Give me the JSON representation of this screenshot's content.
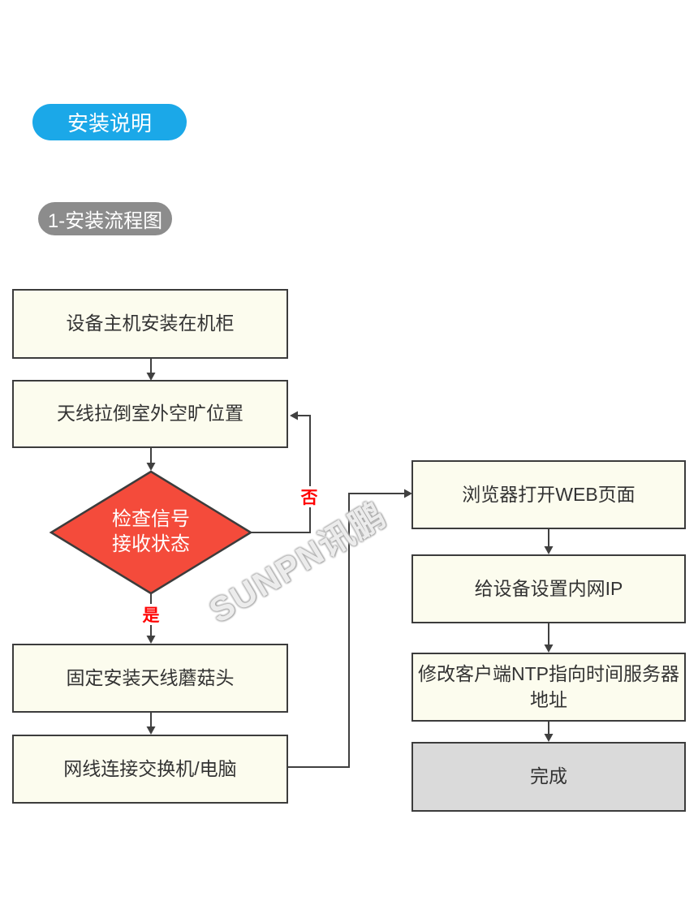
{
  "badges": {
    "title": "安装说明",
    "section": "1-安装流程图"
  },
  "watermark": "SUNPN讯鹏",
  "flowchart": {
    "nodes": {
      "install_host": "设备主机安装在机柜",
      "antenna_outdoor": "天线拉倒室外空旷位置",
      "fix_antenna": "固定安装天线蘑菇头",
      "connect_network": "网线连接交换机/电脑",
      "open_web": "浏览器打开WEB页面",
      "set_ip": "给设备设置内网IP",
      "done": "完成"
    },
    "decision": {
      "line1": "检查信号",
      "line2": "接收状态"
    },
    "modify_ntp": {
      "line1": "修改客户端NTP指向时间服务器",
      "line2": "地址"
    },
    "branch_labels": {
      "yes": "是",
      "no": "否"
    }
  },
  "colors": {
    "badge_blue": "#1BA8E8",
    "badge_gray": "#8C8C8C",
    "node_fill": "#FCFCEE",
    "node_border": "#3C3C3C",
    "node_text": "#333333",
    "decision_fill": "#F44B3B",
    "decision_text": "#FFFFFF",
    "done_fill": "#DADADA",
    "branch_label": "#FF0000",
    "connector": "#404040"
  }
}
